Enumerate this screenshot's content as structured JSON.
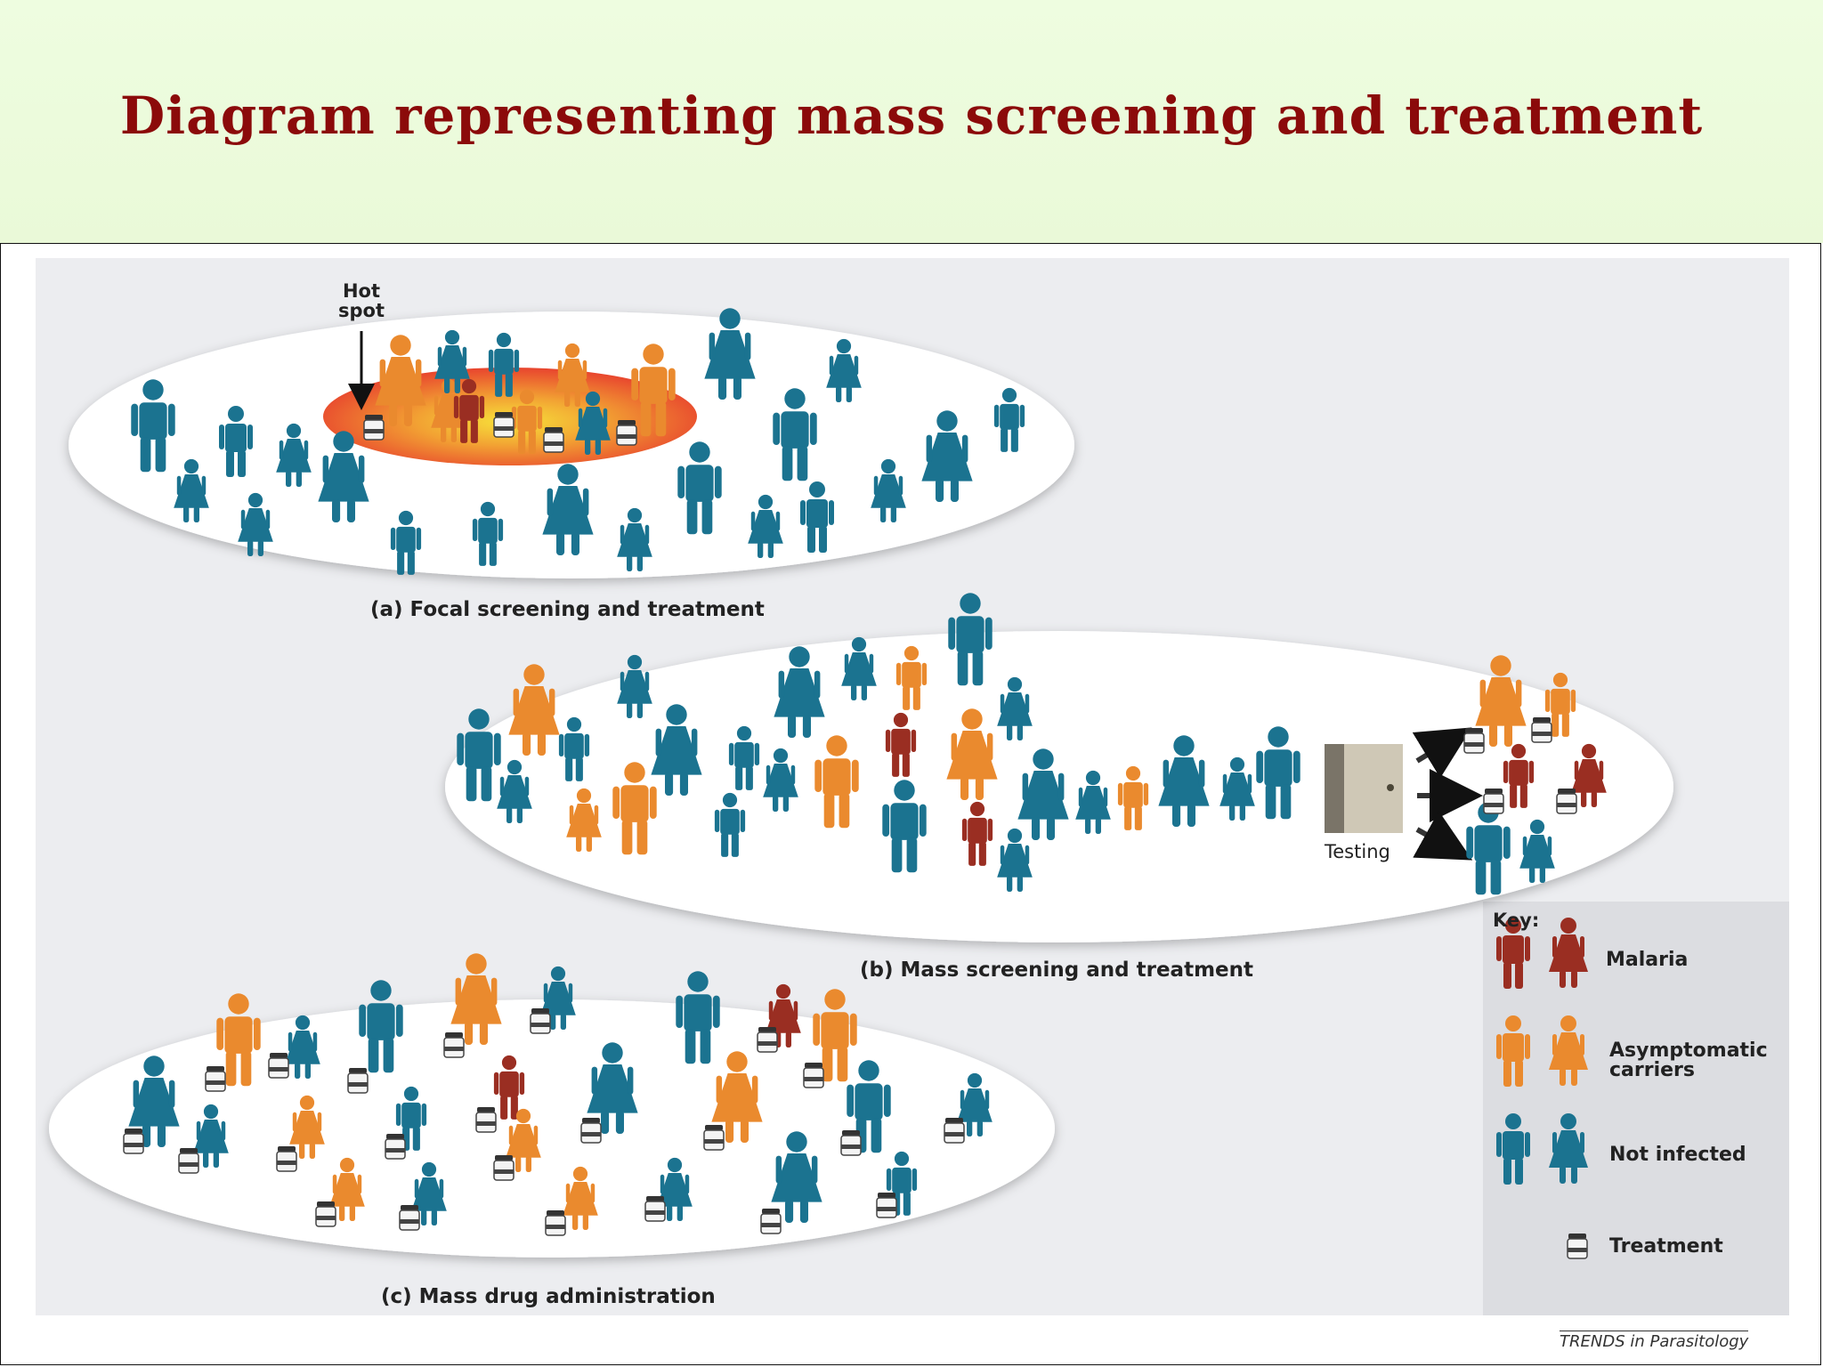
{
  "slide": {
    "title": "Diagram representing mass screening and treatment"
  },
  "diagram": {
    "panel_a": {
      "caption": "(a) Focal screening and treatment",
      "hotspot_label_line1": "Hot",
      "hotspot_label_line2": "spot"
    },
    "panel_b": {
      "caption": "(b) Mass screening and treatment",
      "testing_label": "Testing"
    },
    "panel_c": {
      "caption": "(c) Mass drug administration"
    },
    "key": {
      "title": "Key:",
      "items": [
        {
          "label": "Malaria",
          "color": "#9a2e22"
        },
        {
          "label_line1": "Asymptomatic",
          "label_line2": "carriers",
          "color": "#ea8a2e"
        },
        {
          "label": "Not infected",
          "color": "#1b7390"
        },
        {
          "label": "Treatment",
          "icon": "pill-bottle-icon"
        }
      ]
    },
    "credit": "TRENDS in Parasitology",
    "colors": {
      "malaria": "#9a2e22",
      "asymptomatic": "#ea8a2e",
      "not_infected": "#1b7390",
      "hotspot": "#e8442e",
      "title": "#8b0a0a"
    }
  }
}
